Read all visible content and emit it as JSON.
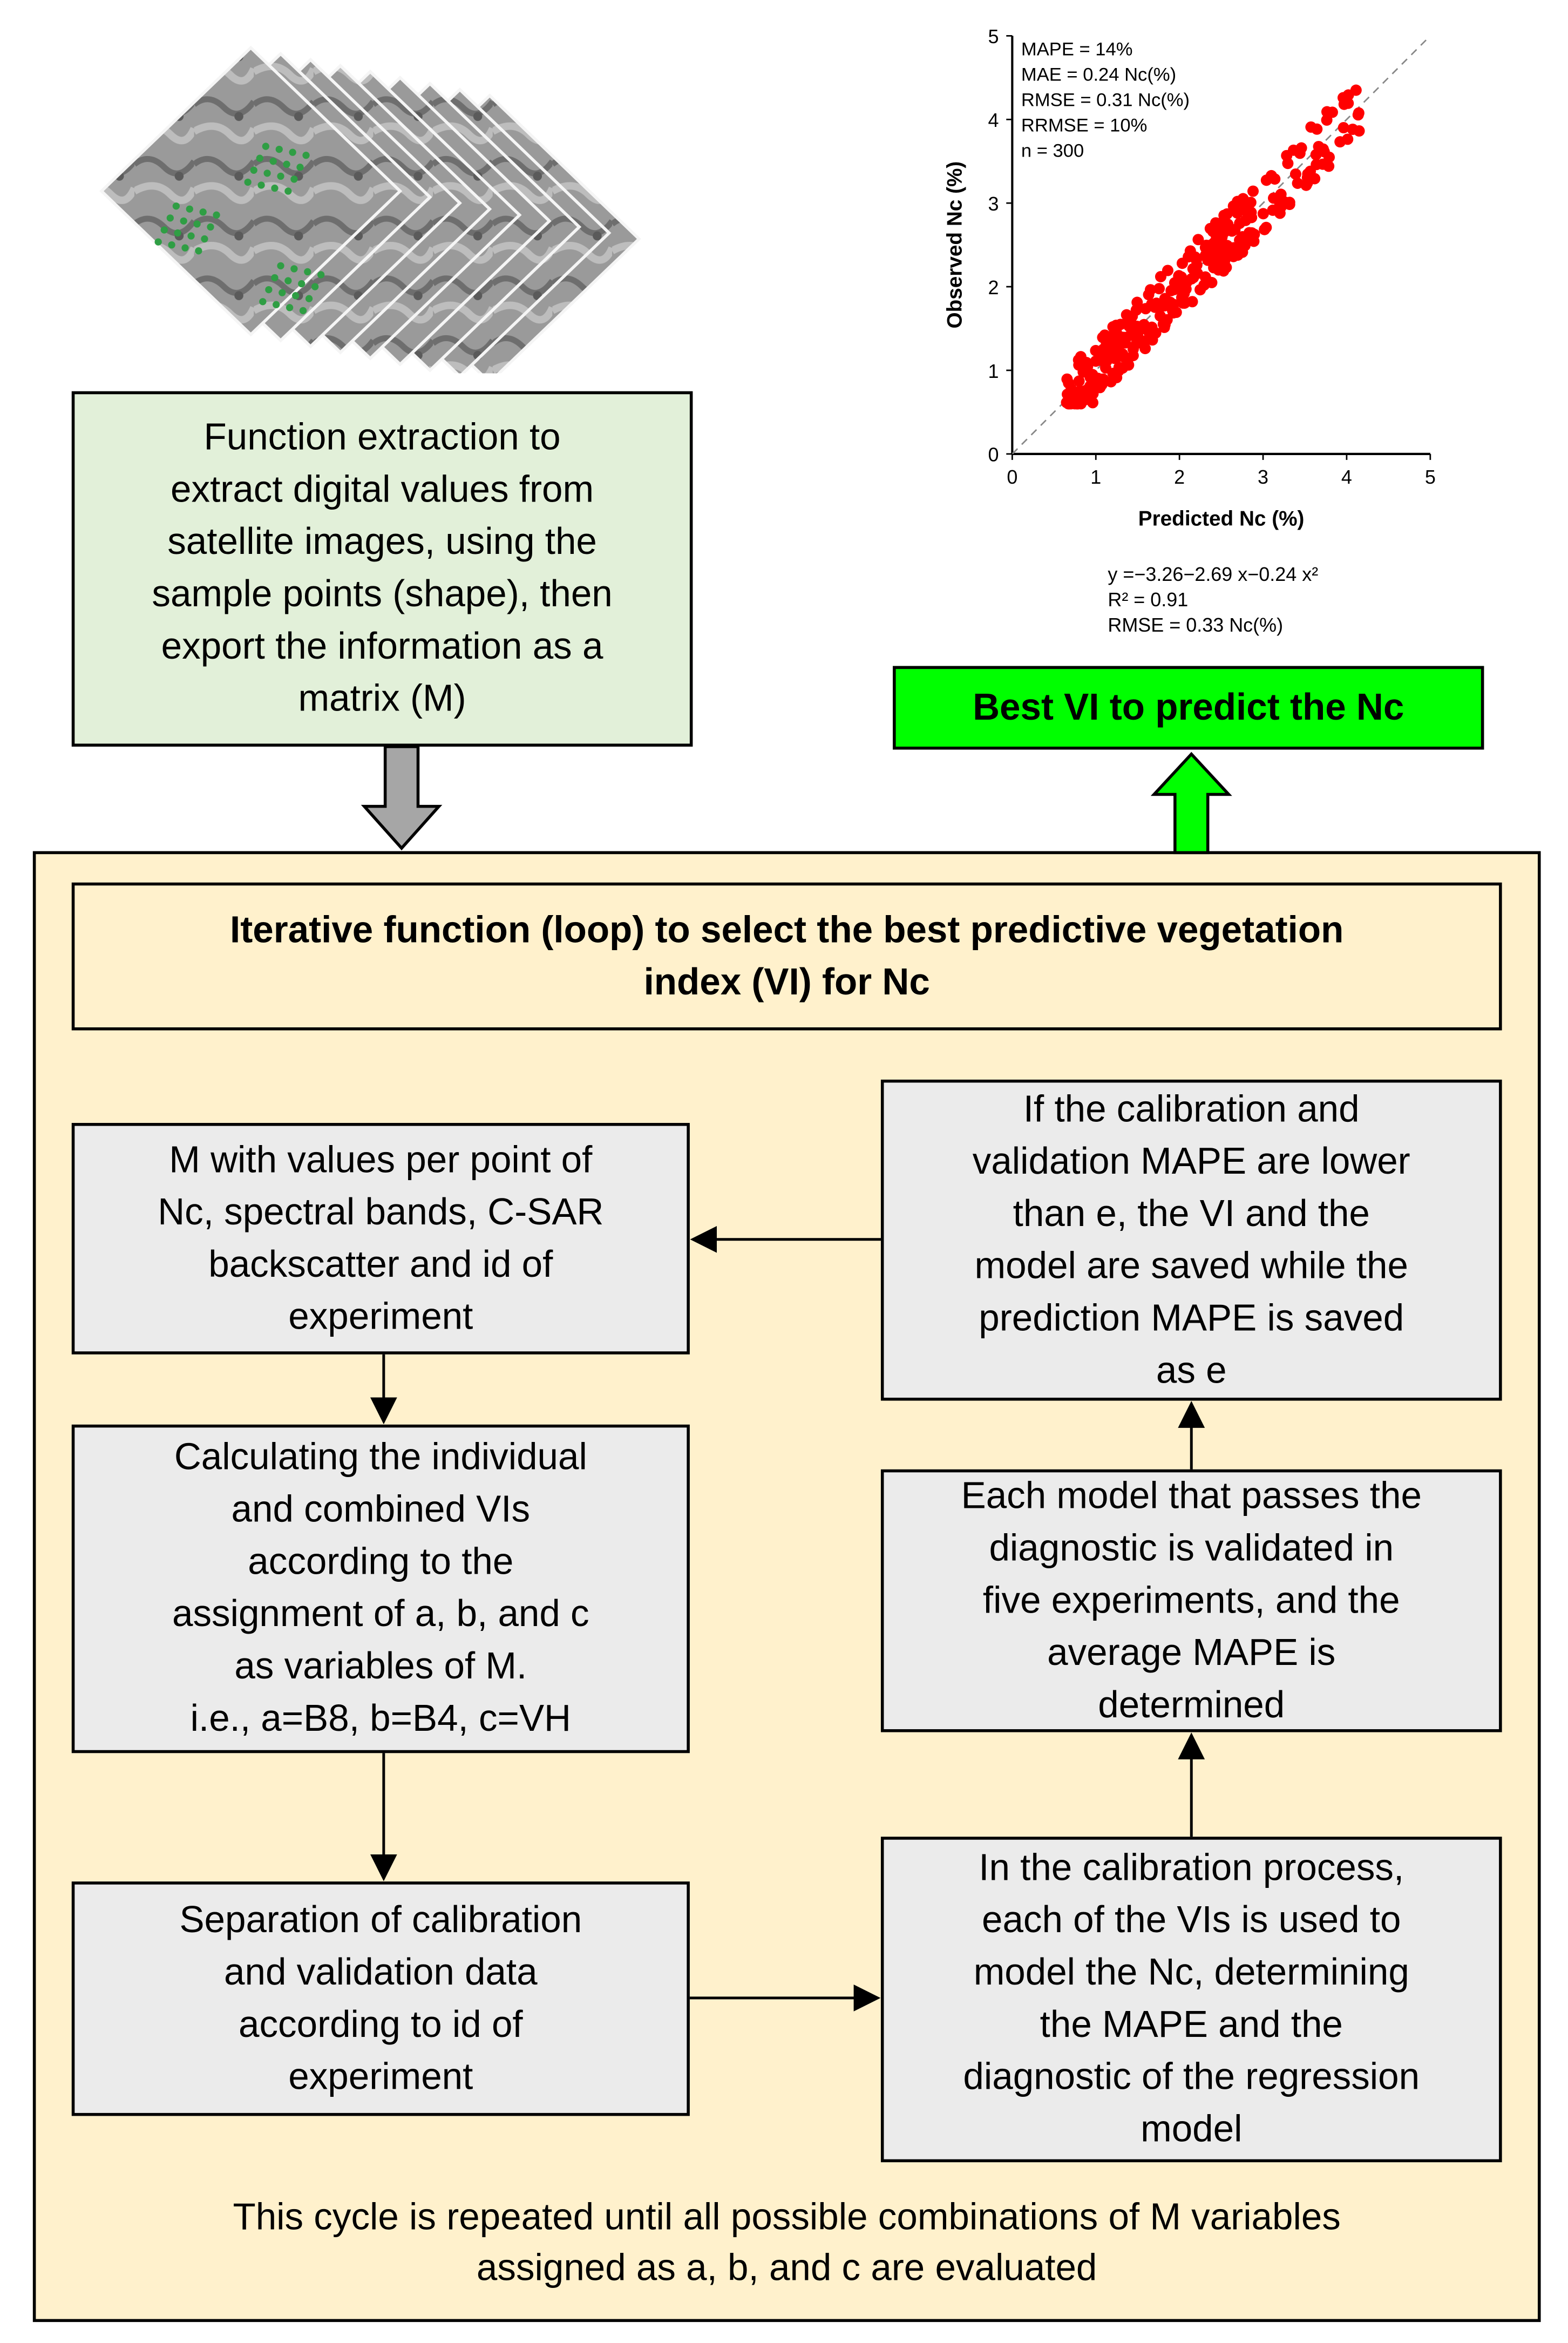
{
  "extract_box": {
    "text": "Function extraction to\nextract digital values from\nsatellite images, using the\nsample points (shape), then\nexport the information as a\nmatrix (M)"
  },
  "best_vi": {
    "text": "Best VI to predict the Nc"
  },
  "loop": {
    "title": "Iterative function (loop) to select the best predictive vegetation\nindex (VI) for Nc",
    "footer": "This cycle is repeated until all possible combinations of M variables\nassigned as a, b, and c are evaluated",
    "steps": {
      "matrix": "M with values per point of\nNc, spectral bands, C-SAR\nbackscatter and id of\nexperiment",
      "calc_vis": "Calculating the individual\nand combined VIs\naccording to the\nassignment of a, b, and c\nas variables of M.\ni.e., a=B8, b=B4, c=VH",
      "separation": "Separation of calibration\nand validation data\naccording to id of\nexperiment",
      "calibration": "In the calibration process,\neach of the VIs is used to\nmodel the Nc, determining\nthe MAPE and the\ndiagnostic of the regression\nmodel",
      "validation": "Each model that passes the\ndiagnostic is validated in\nfive experiments, and the\naverage MAPE is\ndetermined",
      "saving": "If the calibration and\nvalidation MAPE are lower\nthan e, the VI and the\nmodel are saved while the\nprediction MAPE is saved\nas e"
    }
  },
  "regression": {
    "equation": "y =−3.26−2.69 x−0.24 x²",
    "r2": "R² = 0.91",
    "rmse": "RMSE = 0.33 Nc(%)"
  },
  "colors": {
    "extract_fill": "#e2f0d9",
    "best_vi_fill": "#00ff00",
    "loop_fill": "#fff1cc",
    "step_fill": "#ebebeb",
    "points": "#ff0000",
    "down_arrow": "#a6a6a6"
  },
  "chart_data": {
    "type": "scatter",
    "title": "",
    "xlabel": "Predicted Nc (%)",
    "ylabel": "Observed Nc (%)",
    "xlim": [
      0,
      5
    ],
    "ylim": [
      0,
      5
    ],
    "xticks": [
      "0",
      "1",
      "2",
      "3",
      "4",
      "5"
    ],
    "yticks": [
      "0",
      "1",
      "2",
      "3",
      "4",
      "5"
    ],
    "reference_line": "1:1 dashed",
    "grid": false,
    "annotations": [
      "MAPE = 14%",
      "MAE = 0.24 Nc(%)",
      "RMSE = 0.31 Nc(%)",
      "RRMSE = 10%",
      "n = 300"
    ],
    "points_n": 300,
    "x_range_of_points": [
      0.6,
      4.2
    ],
    "y_range_of_points": [
      0.6,
      4.35
    ],
    "trend": "points cluster along the 1:1 line"
  }
}
